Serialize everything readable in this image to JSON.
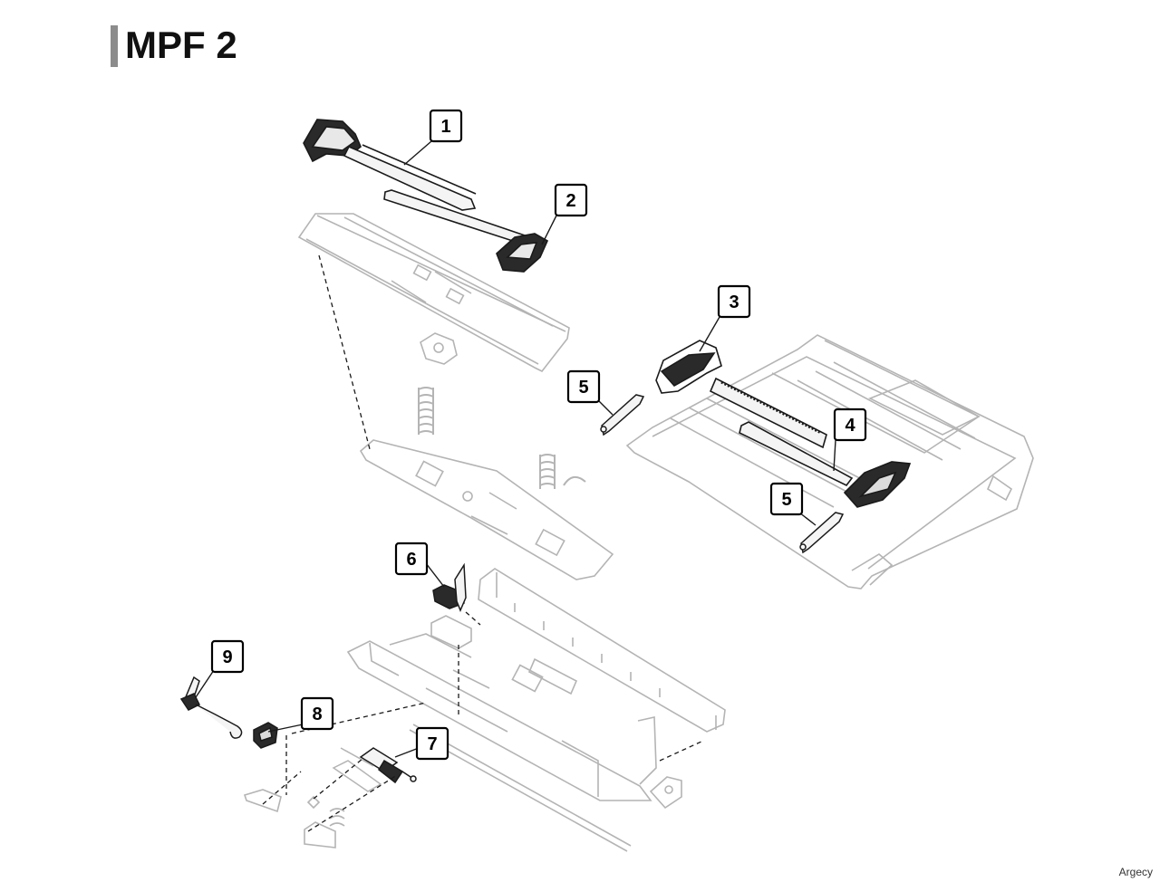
{
  "title": "MPF 2",
  "watermark": "Argecy",
  "colors": {
    "part_stroke": "#1a1a1a",
    "faint_stroke": "#b4b4b4",
    "part_fill": "#f2f2f2",
    "dark_fill": "#2a2a2a"
  },
  "callouts": [
    {
      "label": "1"
    },
    {
      "label": "2"
    },
    {
      "label": "3"
    },
    {
      "label": "4"
    },
    {
      "label": "5"
    },
    {
      "label": "5"
    },
    {
      "label": "6"
    },
    {
      "label": "7"
    },
    {
      "label": "8"
    },
    {
      "label": "9"
    }
  ]
}
